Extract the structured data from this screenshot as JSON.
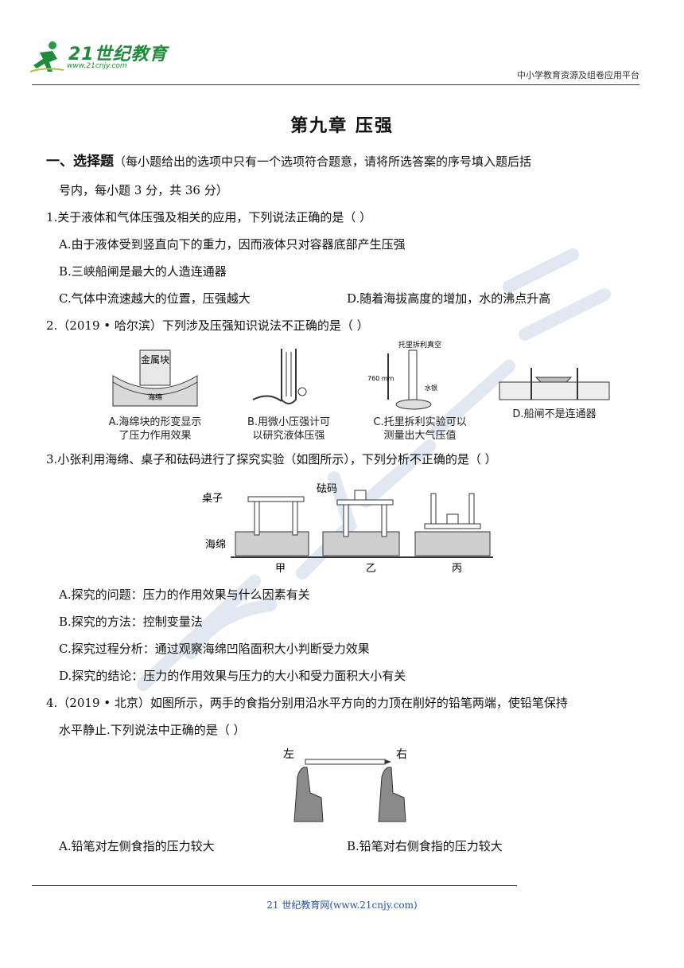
{
  "header": {
    "logo_main": "21世纪教育",
    "logo_sub": "www.21cnjy.com",
    "platform": "中小学教育资源及组卷应用平台"
  },
  "title": "第九章    压强",
  "section": {
    "heading": "一、选择题",
    "desc1": "（每小题给出的选项中只有一个选项符合题意，请将所选答案的序号填入题后括",
    "desc2": "号内，每小题 3 分，共 36 分）"
  },
  "q1": {
    "stem": "1.关于液体和气体压强及相关的应用，下列说法正确的是（        ）",
    "A": "A.由于液体受到竖直向下的重力，因而液体只对容器底部产生压强",
    "B": "B.三峡船闸是最大的人造连通器",
    "C": "C.气体中流速越大的位置，压强越大",
    "D": "D.随着海拔高度的增加，水的沸点升高"
  },
  "q2": {
    "stem": "2.（2019 • 哈尔滨）下列涉及压强知识说法不正确的是（        ）",
    "figA_block": "金属块",
    "figA_sponge": "海绵",
    "capA1": "A.海绵块的形变显示",
    "capA2": "了压力作用效果",
    "capB1": "B.用微小压强计可",
    "capB2": "以研究液体压强",
    "figC_top": "托里拆利真空",
    "figC_mm": "760 mm",
    "figC_hg": "水银",
    "capC1": "C.托里拆利实验可以",
    "capC2": "测量出大气压值",
    "capD": "D.船闸不是连通器"
  },
  "q3": {
    "stem": "3.小张利用海绵、桌子和砝码进行了探究实验（如图所示），下列分析不正确的是（        ）",
    "lbl_table": "桌子",
    "lbl_weight": "砝码",
    "lbl_sponge": "海绵",
    "fig1": "甲",
    "fig2": "乙",
    "fig3": "丙",
    "A": "A.探究的问题：压力的作用效果与什么因素有关",
    "B": "B.探究的方法：控制变量法",
    "C": "C.探究过程分析：通过观察海绵凹陷面积大小判断受力效果",
    "D": "D.探究的结论：压力的作用效果与压力的大小和受力面积大小有关"
  },
  "q4": {
    "stem1": "4.（2019 • 北京）如图所示，两手的食指分别用沿水平方向的力顶在削好的铅笔两端，使铅笔保持",
    "stem2": "水平静止.下列说法中正确的是（        ）",
    "lbl_left": "左",
    "lbl_right": "右",
    "A": "A.铅笔对左侧食指的压力较大",
    "B": "B.铅笔对右侧食指的压力较大"
  },
  "footer": "21 世纪教育网(www.21cnjy.com)",
  "colors": {
    "logo": "#1f8a3a",
    "footer": "#2a52a8"
  }
}
